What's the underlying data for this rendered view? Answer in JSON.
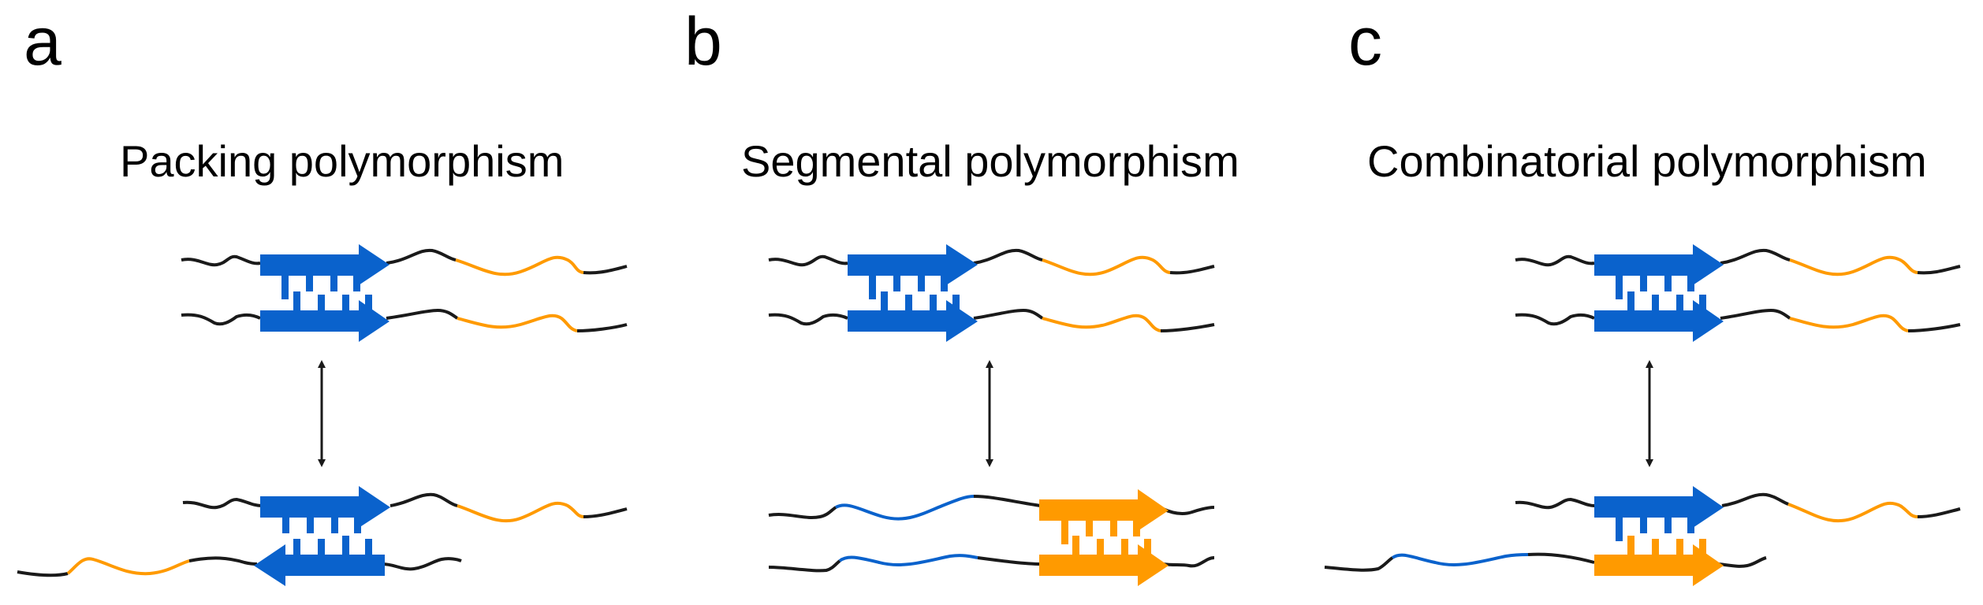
{
  "panels": [
    {
      "letter": "a",
      "title": "Packing polymorphism"
    },
    {
      "letter": "b",
      "title": "Segmental polymorphism"
    },
    {
      "letter": "c",
      "title": "Combinatorial polymorphism"
    }
  ],
  "colors": {
    "strand_blue": "#0a62cc",
    "strand_orange": "#ff9a00",
    "chain_black": "#1a1a1a"
  },
  "icons": [
    "bidirectional-arrow-icon",
    "beta-strand-arrow-icon"
  ]
}
